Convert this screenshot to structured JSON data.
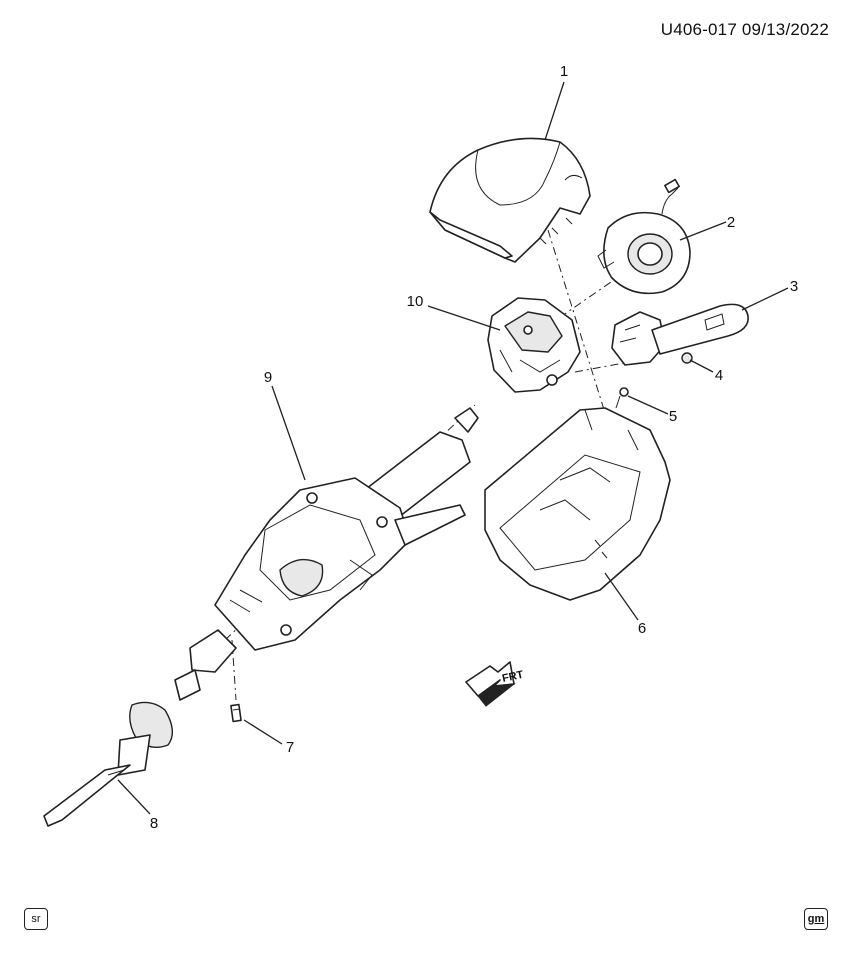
{
  "header": {
    "diagram_code": "U406-017  09/13/2022"
  },
  "callouts": [
    "1",
    "2",
    "3",
    "4",
    "5",
    "6",
    "7",
    "8",
    "9",
    "10"
  ],
  "orientation": {
    "label": "FRT"
  },
  "badges": {
    "left": "sr",
    "right": "gm"
  }
}
